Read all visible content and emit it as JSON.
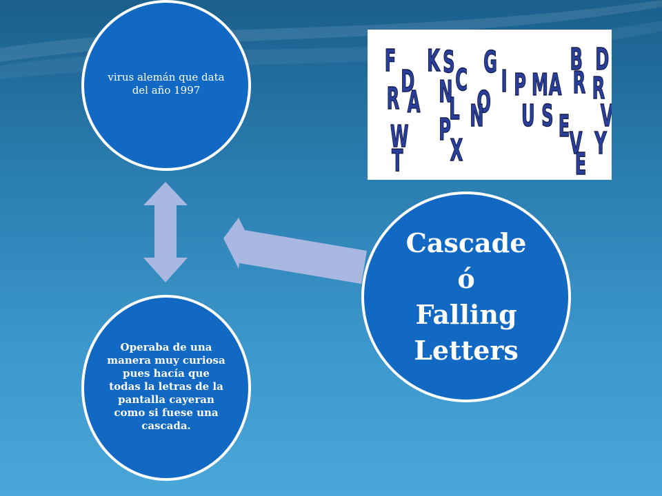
{
  "top_circle": {
    "text": "virus alemán  que data del año 1997"
  },
  "bottom_circle": {
    "text": "Operaba de una manera muy curiosa pues hacía que todas la letras de la pantalla cayeran como si fuese una cascada."
  },
  "center_circle": {
    "line1": "Cascade",
    "line2": "ó",
    "line3": "Falling",
    "line4": "Letters"
  },
  "image": {
    "letters": [
      "F",
      "D",
      "R",
      "A",
      "W",
      "T",
      "K",
      "S",
      "N",
      "L",
      "C",
      "P",
      "X",
      "O",
      "N",
      "G",
      "I",
      "P",
      "M",
      "A",
      "U",
      "S",
      "E",
      "V",
      "R",
      "B",
      "D",
      "R",
      "V",
      "Y",
      "E"
    ]
  },
  "colors": {
    "circle_fill": "#1169c4",
    "arrow": "#a8b8e0",
    "letter_blue": "#2a3f9a"
  }
}
